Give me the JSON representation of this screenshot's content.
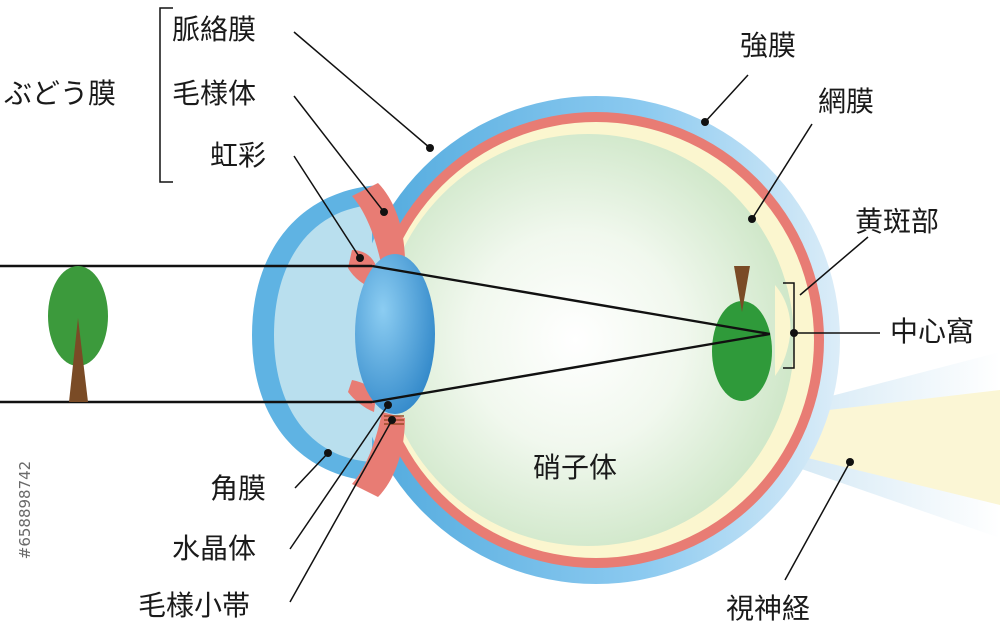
{
  "labels": {
    "uvea_group": "ぶどう膜",
    "choroid": "脈絡膜",
    "ciliary_body": "毛様体",
    "iris": "虹彩",
    "sclera": "強膜",
    "retina": "網膜",
    "macula": "黄斑部",
    "fovea": "中心窩",
    "vitreous_body": "硝子体",
    "cornea": "角膜",
    "lens": "水晶体",
    "zonule": "毛様小帯",
    "optic_nerve": "視神経"
  },
  "watermark": "#658898742",
  "colors": {
    "sclera": "#5fb3e3",
    "sclera_light": "#d7ecf8",
    "choroid": "#e87c74",
    "retina": "#fbf6cf",
    "vitreous": "#d6ebcf",
    "aqueous": "#b9dfee",
    "lens": "#3d93d1",
    "tree_green": "#3c9a3c",
    "trunk_brown": "#7a4b26"
  }
}
